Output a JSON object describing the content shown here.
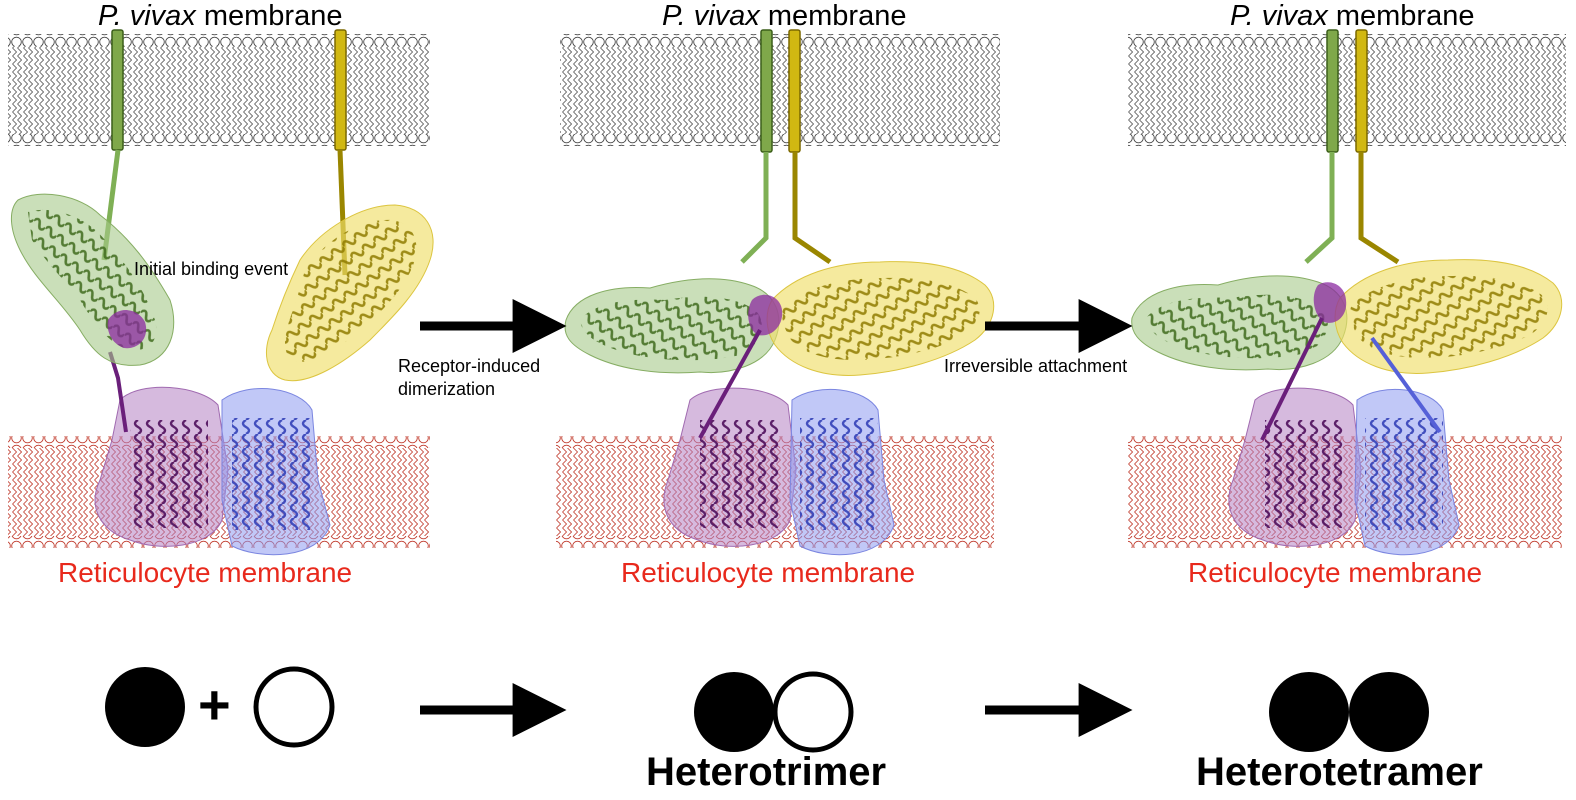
{
  "panels": [
    {
      "id": "left",
      "title_italic": "P. vivax",
      "title_rest": " membrane",
      "bottom_label": "Reticulocyte membrane"
    },
    {
      "id": "middle",
      "title_italic": "P. vivax",
      "title_rest": " membrane",
      "bottom_label": "Reticulocyte membrane"
    },
    {
      "id": "right",
      "title_italic": "P. vivax",
      "title_rest": " membrane",
      "bottom_label": "Reticulocyte membrane"
    }
  ],
  "annotations": {
    "initial_binding": "Initial binding event",
    "step1_line1": "Receptor-induced",
    "step1_line2": "dimerization",
    "step2": "Irreversible attachment"
  },
  "schematic": {
    "plus": "+",
    "heterotrimer": "Heterotrimer",
    "heterotetramer": "Heterotetramer"
  },
  "colors": {
    "green_protein": "#6d9a3c",
    "yellow_protein": "#c8b00a",
    "purple_receptor": "#7b2a8a",
    "blue_receptor": "#6a78e0",
    "reticulocyte_label": "#e8291c",
    "parasite_membrane_line": "#555555",
    "reticulocyte_membrane_line": "#c0392b"
  }
}
